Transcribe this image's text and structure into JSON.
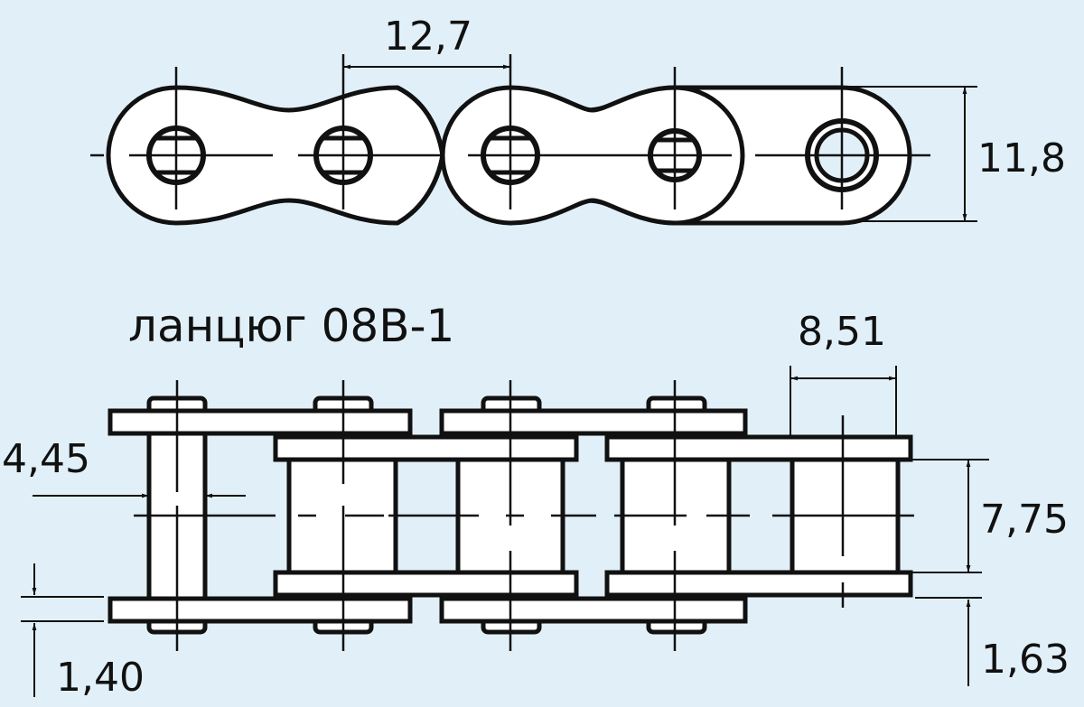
{
  "title": "ланцюг 08B-1",
  "colors": {
    "background": "#e1f0f8",
    "part_fill": "#ffffff",
    "line": "#111111"
  },
  "top_view": {
    "dimensions": {
      "pitch": "12,7",
      "plate_height": "11,8"
    }
  },
  "side_view": {
    "dimensions": {
      "pin_diameter": "4,45",
      "roller_width": "8,51",
      "inner_width": "7,75",
      "inner_plate_thickness": "1,40",
      "outer_plate_thickness": "1,63"
    }
  }
}
